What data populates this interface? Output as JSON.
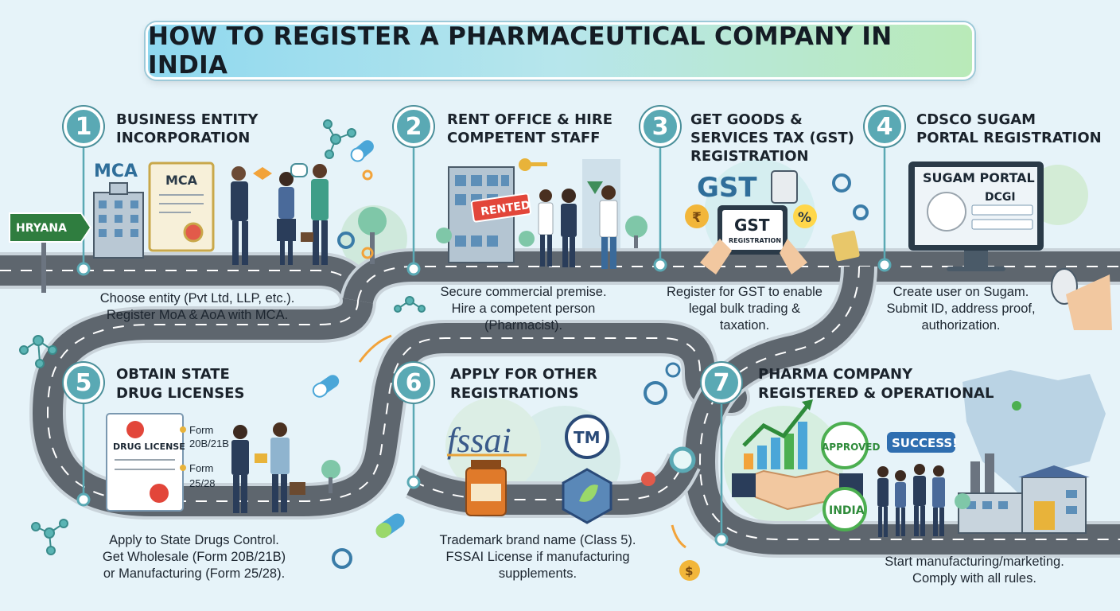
{
  "title": "HOW TO REGISTER A PHARMACEUTICAL COMPANY IN INDIA",
  "steps": [
    {
      "num": "1",
      "title_l1": "BUSINESS ENTITY",
      "title_l2": "INCORPORATION",
      "desc_l1": "Choose entity (Pvt Ltd, LLP, etc.).",
      "desc_l2": "Register MoA & AoA with MCA."
    },
    {
      "num": "2",
      "title_l1": "RENT OFFICE & HIRE",
      "title_l2": "COMPETENT STAFF",
      "desc_l1": "Secure commercial premise.",
      "desc_l2": "Hire a competent person",
      "desc_l3": "(Pharmacist)."
    },
    {
      "num": "3",
      "title_l1": "GET GOODS &",
      "title_l2": "SERVICES TAX (GST)",
      "title_l3": "REGISTRATION",
      "desc_l1": "Register for GST to enable",
      "desc_l2": "legal bulk trading &",
      "desc_l3": "taxation."
    },
    {
      "num": "4",
      "title_l1": "CDSCO SUGAM",
      "title_l2": "PORTAL REGISTRATION",
      "desc_l1": "Create user on Sugam.",
      "desc_l2": "Submit ID, address proof,",
      "desc_l3": "authorization."
    },
    {
      "num": "5",
      "title_l1": "OBTAIN STATE",
      "title_l2": "DRUG LICENSES",
      "desc_l1": "Apply to State Drugs Control.",
      "desc_l2": "Get Wholesale (Form 20B/21B)",
      "desc_l3": "or Manufacturing (Form 25/28)."
    },
    {
      "num": "6",
      "title_l1": "APPLY FOR OTHER",
      "title_l2": "REGISTRATIONS",
      "desc_l1": "Trademark brand name (Class 5).",
      "desc_l2": "FSSAI License if manufacturing",
      "desc_l3": "supplements."
    },
    {
      "num": "7",
      "title_l1": "PHARMA COMPANY",
      "title_l2": "REGISTERED & OPERATIONAL",
      "desc_l1": "Start manufacturing/marketing.",
      "desc_l2": "Comply with all rules."
    }
  ],
  "labels": {
    "sign": "HRYANA",
    "mca_building": "MCA",
    "mca_cert": "MCA",
    "rented": "RENTED",
    "gst_big": "GST",
    "gst_tablet": "GST",
    "gst_tablet_sub": "REGISTRATION",
    "rupee": "₹",
    "percent": "%",
    "sugam_portal": "SUGAM PORTAL",
    "dcgi": "DCGI",
    "drug_license": "DRUG LICENSE",
    "form_a": "Form",
    "form_a_val": "20B/21B",
    "form_b": "Form",
    "form_b_val": "25/28",
    "fssai": "fssai",
    "tm": "TM",
    "success": "SUCCESS!",
    "approved": "APPROVED",
    "india": "INDIA",
    "dollar": "$"
  },
  "colors": {
    "teal": "#5aa9b4",
    "road": "#5e666e",
    "road_edge": "#c9d3da",
    "background": "#e6f3f9",
    "accent_green": "#4caf50",
    "accent_orange": "#f2a33a"
  }
}
